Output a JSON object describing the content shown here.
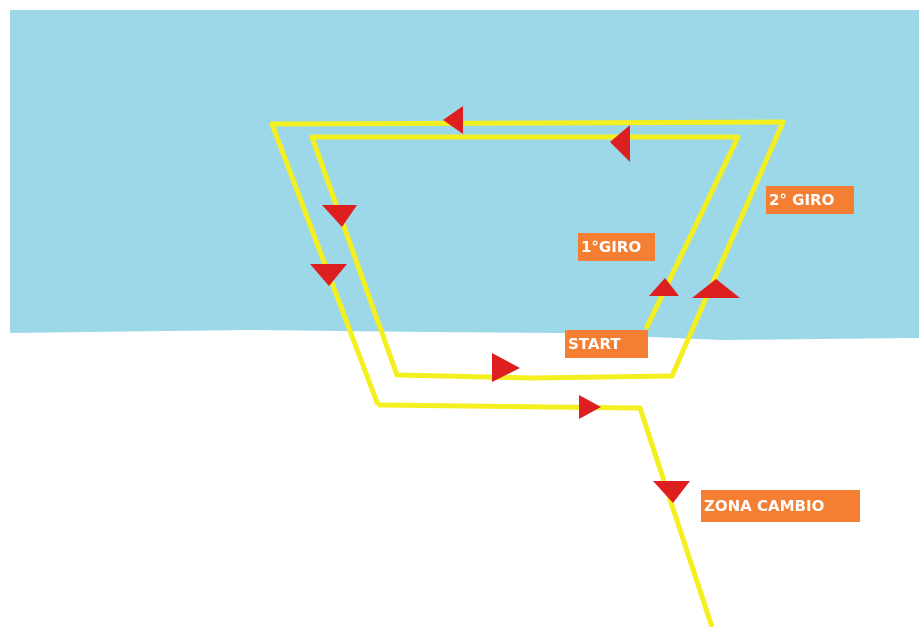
{
  "colors": {
    "water": "#9dd8e8",
    "shore": "#ffffff",
    "route": "#f4ef1e",
    "arrow": "#dd1f1f",
    "label_background": "#f47f32",
    "label_text": "#ffffff"
  },
  "labels": {
    "second_lap": "2° GIRO",
    "first_lap": "1°GIRO",
    "start": "START",
    "transition_zone": "ZONA CAMBIO"
  },
  "route": {
    "inner_loop": "1°GIRO",
    "outer_loop": "2° GIRO",
    "exit_path": "ZONA CAMBIO"
  },
  "icons": {
    "direction_marker": "triangle-arrow-icon"
  }
}
